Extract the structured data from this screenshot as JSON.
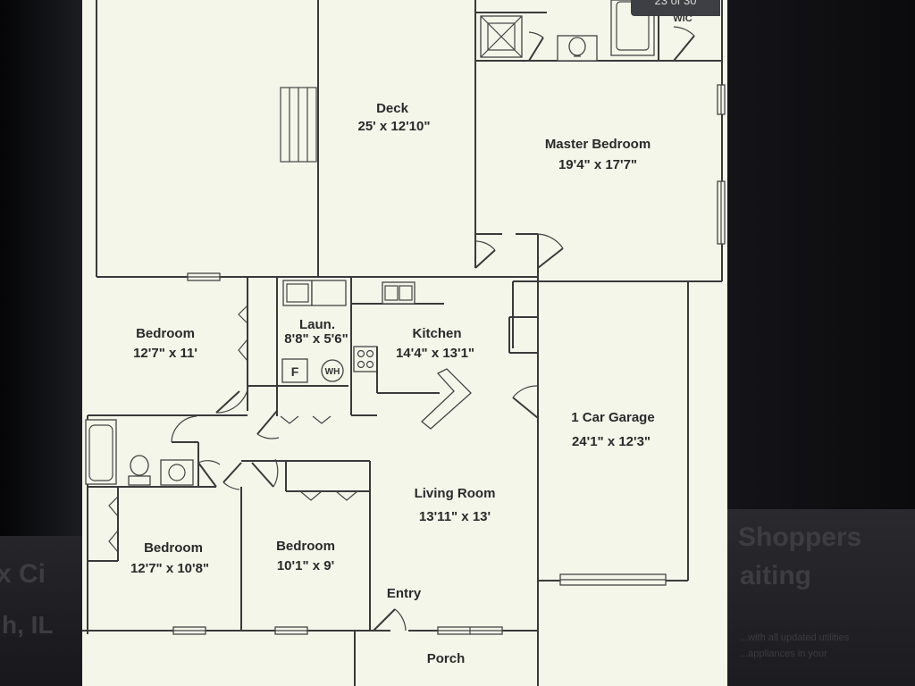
{
  "photo_counter": "23 of 30",
  "closet_tag": "WIC",
  "rooms": {
    "deck": {
      "name": "Deck",
      "dims": "25' x 12'10\""
    },
    "master_bedroom": {
      "name": "Master Bedroom",
      "dims": "19'4\" x 17'7\""
    },
    "bedroom_nw": {
      "name": "Bedroom",
      "dims": "12'7\" x 11'"
    },
    "laundry": {
      "name": "Laun.",
      "dims": "8'8\" x 5'6\""
    },
    "kitchen": {
      "name": "Kitchen",
      "dims": "14'4\" x 13'1\""
    },
    "garage": {
      "name": "1 Car Garage",
      "dims": "24'1\" x 12'3\""
    },
    "living_room": {
      "name": "Living Room",
      "dims": "13'11\" x 13'"
    },
    "bedroom_sw": {
      "name": "Bedroom",
      "dims": "12'7\" x 10'8\""
    },
    "bedroom_s": {
      "name": "Bedroom",
      "dims": "10'1\" x 9'"
    },
    "entry": {
      "name": "Entry"
    },
    "porch": {
      "name": "Porch"
    }
  },
  "symbols": {
    "furnace": "F",
    "water_heater": "WH"
  },
  "background_ghost_text": [
    "Shoppers",
    "aiting",
    "x Ci",
    "h, IL",
    "...with all updated utilities",
    "...appliances in your"
  ]
}
